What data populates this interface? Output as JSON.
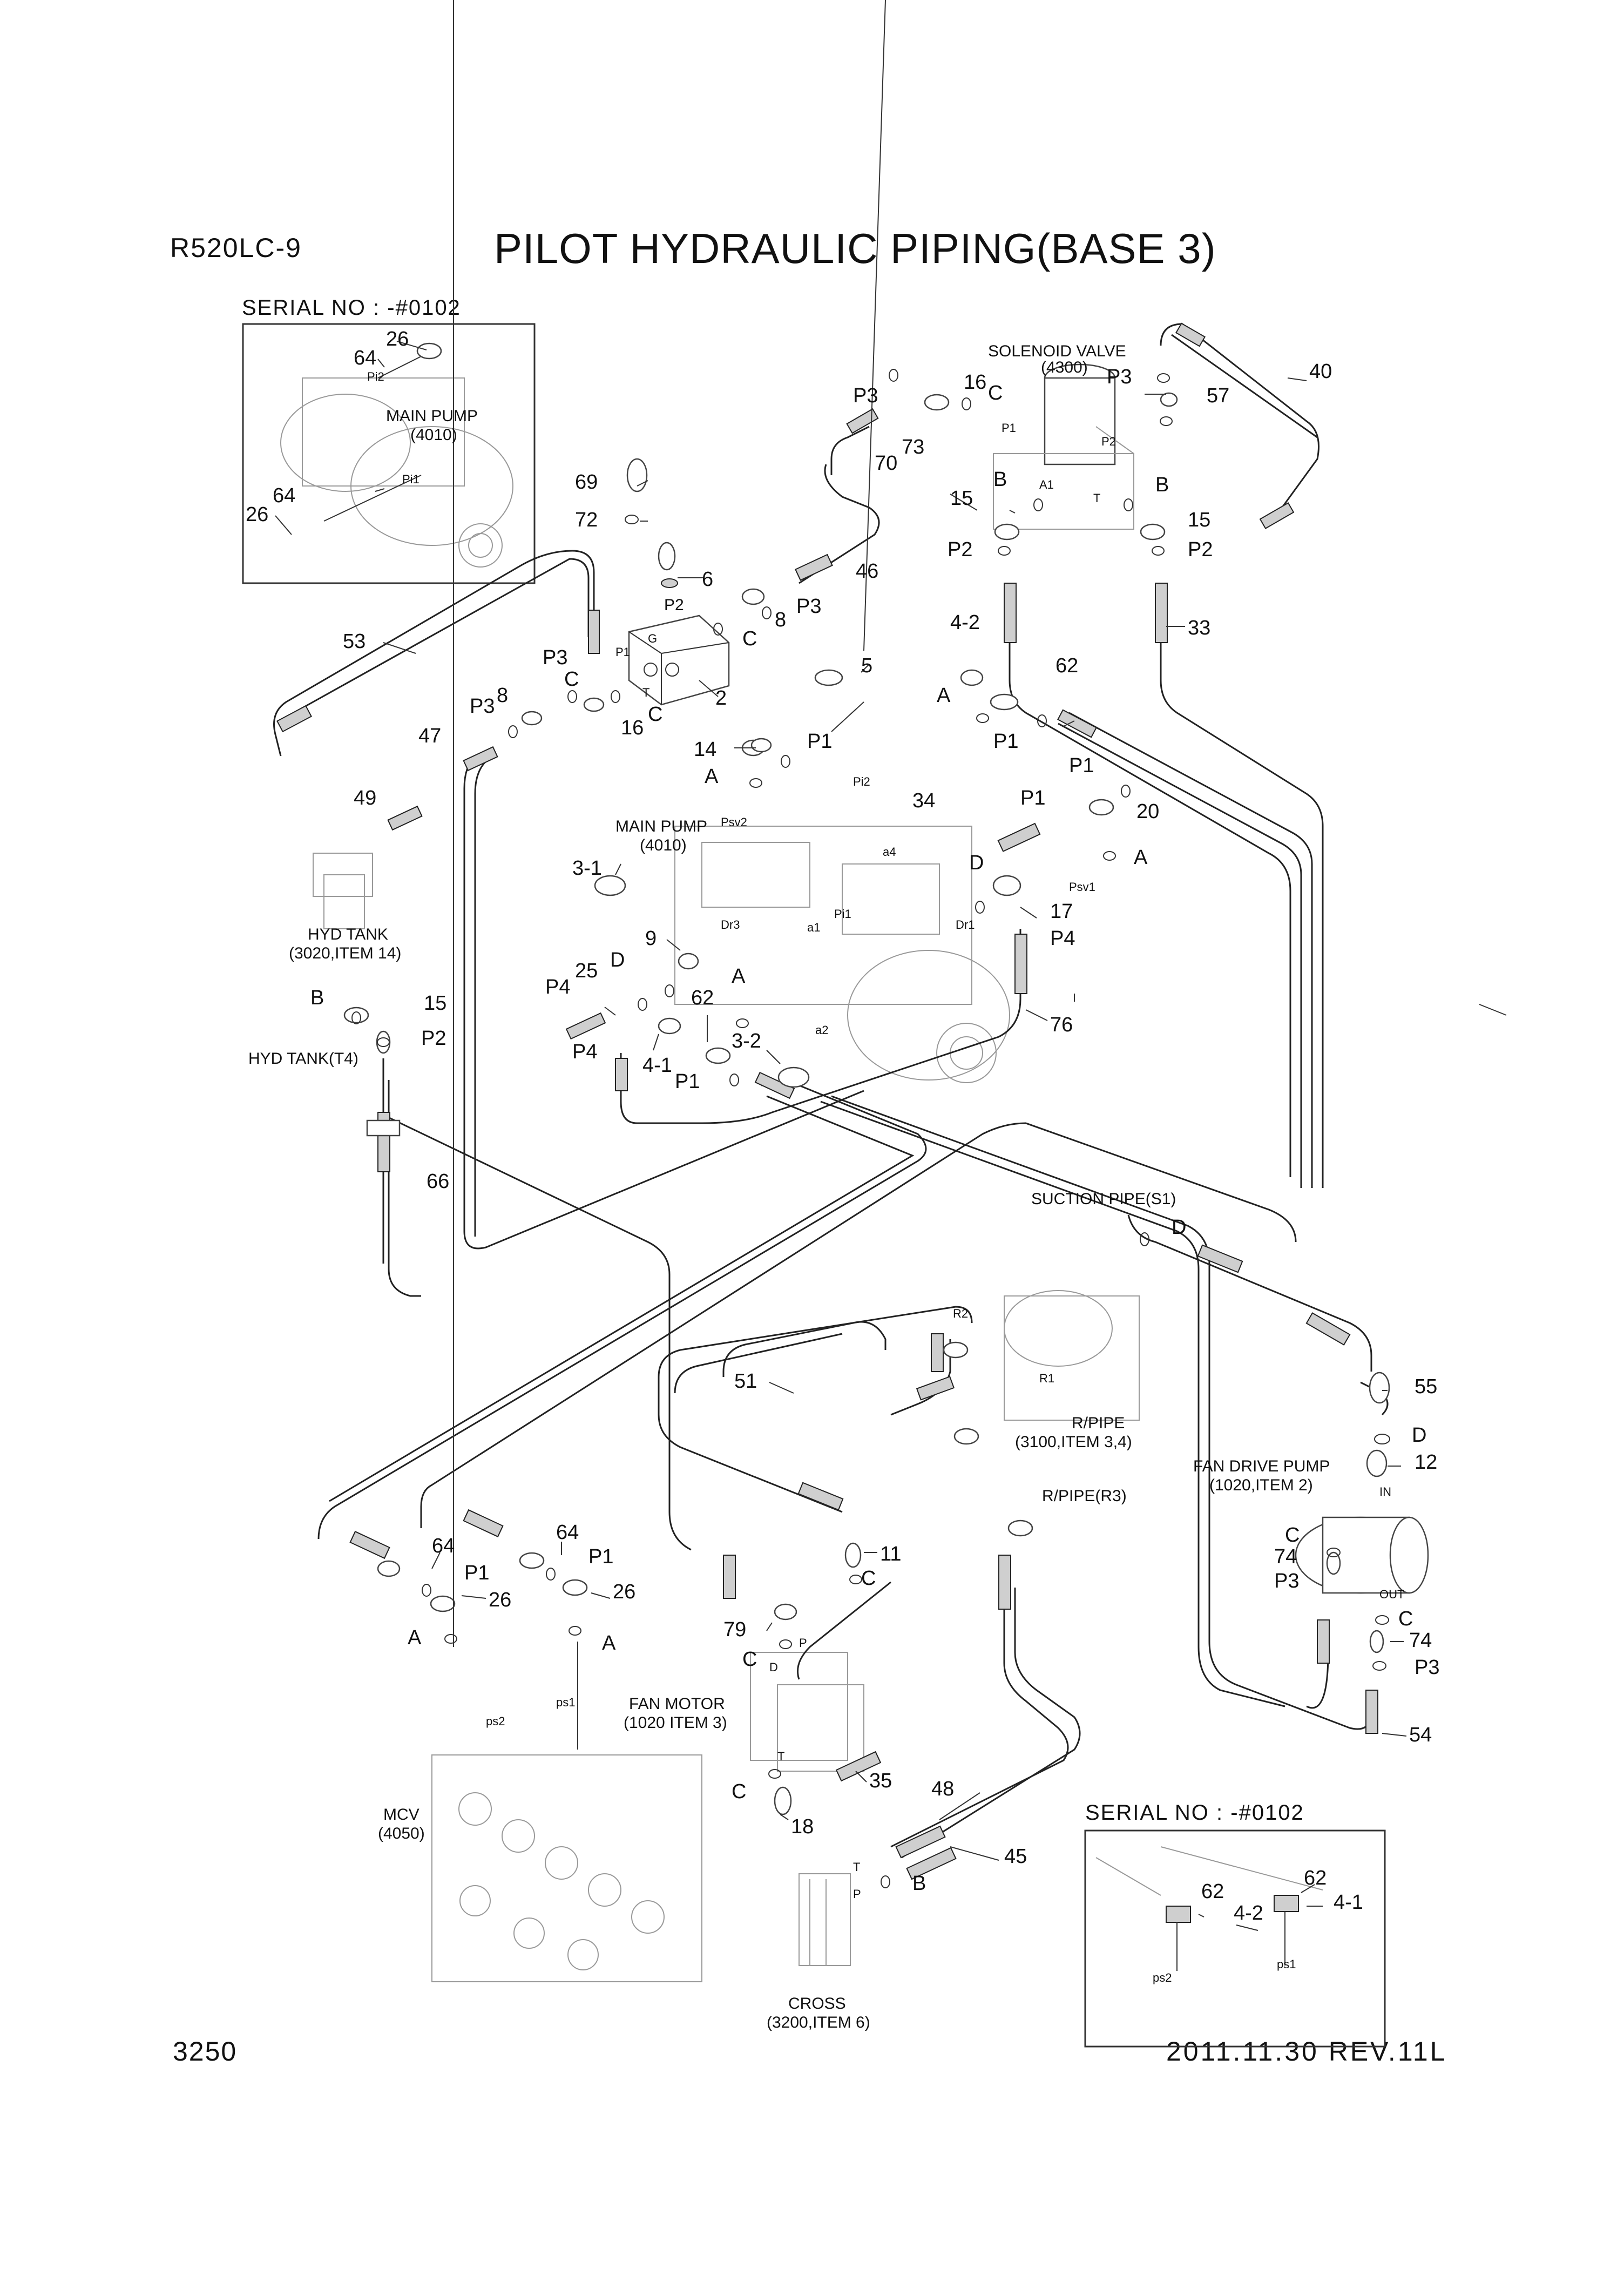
{
  "header": {
    "model": "R520LC-9",
    "title": "PILOT HYDRAULIC PIPING(BASE 3)"
  },
  "footer": {
    "page_number": "3250",
    "revision": "2011.11.30  REV.11L"
  },
  "insets": {
    "top_left_serial": "SERIAL NO : -#0102",
    "bottom_right_serial": "SERIAL NO : -#0102"
  },
  "components": {
    "main_pump_inset": "MAIN PUMP",
    "main_pump_inset_ref": "(4010)",
    "solenoid_valve": "SOLENOID VALVE",
    "solenoid_valve_ref": "(4300)",
    "main_pump": "MAIN PUMP",
    "main_pump_ref": "(4010)",
    "hyd_tank": "HYD TANK",
    "hyd_tank_ref": "(3020,ITEM 14)",
    "hyd_tank_t4": "HYD TANK(T4)",
    "suction_pipe": "SUCTION PIPE(S1)",
    "r_pipe": "R/PIPE",
    "r_pipe_ref": "(3100,ITEM 3,4)",
    "fan_drive_pump": "FAN DRIVE PUMP",
    "fan_drive_pump_ref": "(1020,ITEM 2)",
    "r_pipe_r3": "R/PIPE(R3)",
    "fan_motor": "FAN MOTOR",
    "fan_motor_ref": "(1020 ITEM 3)",
    "mcv": "MCV",
    "mcv_ref": "(4050)",
    "cross": "CROSS",
    "cross_ref": "(3200,ITEM 6)"
  },
  "callouts": {
    "c26a": "26",
    "c64a": "64",
    "c64b": "64",
    "c26b": "26",
    "c69": "69",
    "c72": "72",
    "c6": "6",
    "c8a": "8",
    "c53": "53",
    "c2": "2",
    "c16a": "16",
    "c16b": "16",
    "c8b": "8",
    "c47": "47",
    "c49": "49",
    "c46": "46",
    "c5": "5",
    "c14": "14",
    "c34": "34",
    "c3_1": "3-1",
    "c9": "9",
    "c25": "25",
    "c62a": "62",
    "c4_1": "4-1",
    "c3_2": "3-2",
    "c15a": "15",
    "c66": "66",
    "c73": "73",
    "c70": "70",
    "c15b": "15",
    "c15c": "15",
    "c40": "40",
    "c57": "57",
    "c33": "33",
    "c4_2a": "4-2",
    "c62b": "62",
    "c20": "20",
    "c17": "17",
    "c76": "76",
    "c55": "55",
    "c12": "12",
    "c74a": "74",
    "c74b": "74",
    "c54": "54",
    "c51": "51",
    "c11": "11",
    "c79": "79",
    "c35": "35",
    "c18": "18",
    "c48": "48",
    "c45": "45",
    "c64c": "64",
    "c64d": "64",
    "c26c": "26",
    "c26d": "26",
    "c62c": "62",
    "c62d": "62",
    "c4_2b": "4-2",
    "c4_1b": "4-1"
  },
  "ports": {
    "pi2": "Pi2",
    "pi1": "Pi1",
    "p3a": "P3",
    "p3b": "P3",
    "p3c": "P3",
    "p3d": "P3",
    "p3e": "P3",
    "p3f": "P3",
    "p3g": "P3",
    "ca": "C",
    "cb": "C",
    "cc": "C",
    "cd": "C",
    "ce": "C",
    "cf": "C",
    "cg": "C",
    "ch": "C",
    "ci": "C",
    "p1a": "P1",
    "p1b": "P1",
    "p1c": "P1",
    "p1d": "P1",
    "p1e": "P1",
    "p1f": "P1",
    "p1g": "P1",
    "aa": "A",
    "ab": "A",
    "ac": "A",
    "ad": "A",
    "ae": "A",
    "af": "A",
    "ba": "B",
    "bb": "B",
    "bc": "B",
    "bd": "B",
    "p2a": "P2",
    "p2b": "P2",
    "p2c": "P2",
    "p2d": "P2",
    "p4a": "P4",
    "p4b": "P4",
    "p4c": "P4",
    "da": "D",
    "db": "D",
    "dc": "D",
    "dd": "D",
    "psv2": "Psv2",
    "psv1": "Psv1",
    "pi2b": "Pi2",
    "a4": "a4",
    "a1": "a1",
    "a2": "a2",
    "dr3": "Dr3",
    "dr1": "Dr1",
    "pi1b": "Pi1",
    "g": "G",
    "p2v": "P2",
    "p1v": "P1",
    "t": "T",
    "a1v": "A1",
    "tv": "T",
    "p2sv": "P2",
    "p1sv": "P1",
    "r2": "R2",
    "r1": "R1",
    "in": "IN",
    "out": "OUT",
    "pf": "P",
    "df": "D",
    "tf": "T",
    "tc": "T",
    "pc": "P",
    "ps2": "ps2",
    "ps1": "ps1",
    "ps2b": "ps2",
    "ps1b": "ps1"
  }
}
